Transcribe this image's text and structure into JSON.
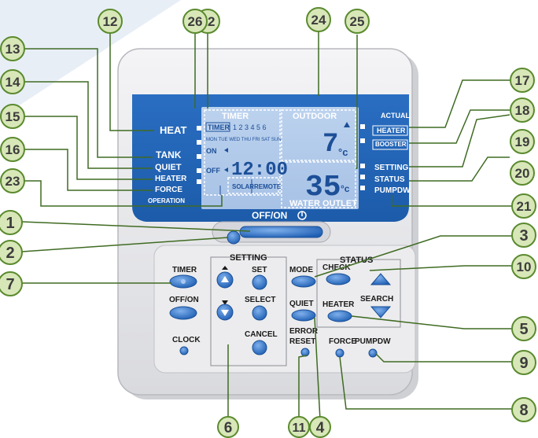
{
  "callouts": [
    "1",
    "2",
    "3",
    "4",
    "5",
    "6",
    "7",
    "8",
    "9",
    "10",
    "11",
    "12",
    "13",
    "14",
    "15",
    "16",
    "17",
    "18",
    "19",
    "20",
    "21",
    "22",
    "23",
    "24",
    "25",
    "26"
  ],
  "display": {
    "heat": "HEAT",
    "tank": "TANK",
    "quiet": "QUIET",
    "heater": "HEATER",
    "force": "FORCE",
    "operation": "OPERATION",
    "timer_header": "TIMER",
    "timer_box": "TIMER",
    "timer_nums": "1 2 3 4 5 6",
    "days": "MON TUE WED THU FRI SAT SUN",
    "on": "ON",
    "off": "OFF",
    "clock_time": "12:00",
    "solar": "SOLAR",
    "remote": "REMOTE",
    "outdoor": "OUTDOOR",
    "outdoor_temp": "7",
    "outdoor_unit": "°c",
    "water_temp": "35",
    "water_unit": "°c",
    "water_outlet": "WATER OUTLET",
    "actual": "ACTUAL",
    "actual_heater": "HEATER",
    "booster": "BOOSTER",
    "setting": "SETTING",
    "status": "STATUS",
    "pumpdw": "PUMPDW"
  },
  "offon_top": "OFF/ON",
  "panel": {
    "setting_title": "SETTING",
    "status_title": "STATUS",
    "timer": "TIMER",
    "offon": "OFF/ON",
    "clock": "CLOCK",
    "set": "SET",
    "select": "SELECT",
    "cancel": "CANCEL",
    "mode": "MODE",
    "quiet": "QUIET",
    "error": "ERROR",
    "reset": "RESET",
    "check": "CHECK",
    "search": "SEARCH",
    "heater": "HEATER",
    "force": "FORCE",
    "pumpdw": "PUMPDW"
  },
  "colors": {
    "display_bg": "#1f63b6",
    "callout_fill": "#d8e7b8",
    "callout_stroke": "#5a8a2e",
    "button_blue": "#2c6fc4",
    "panel_bg": "#ececee"
  }
}
